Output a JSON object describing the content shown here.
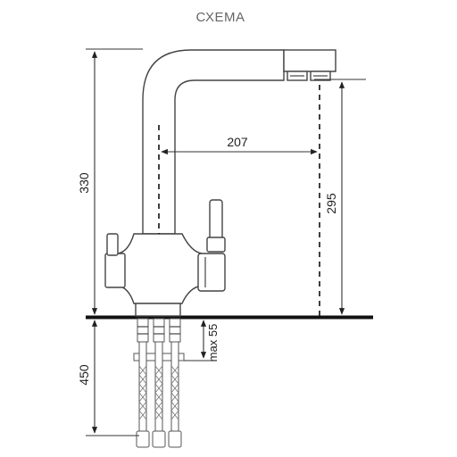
{
  "title": "СХЕМА",
  "dimensions": {
    "total_height": "330",
    "spout_reach": "207",
    "spout_height": "295",
    "mount_thickness": "max 55",
    "hose_length": "450"
  }
}
